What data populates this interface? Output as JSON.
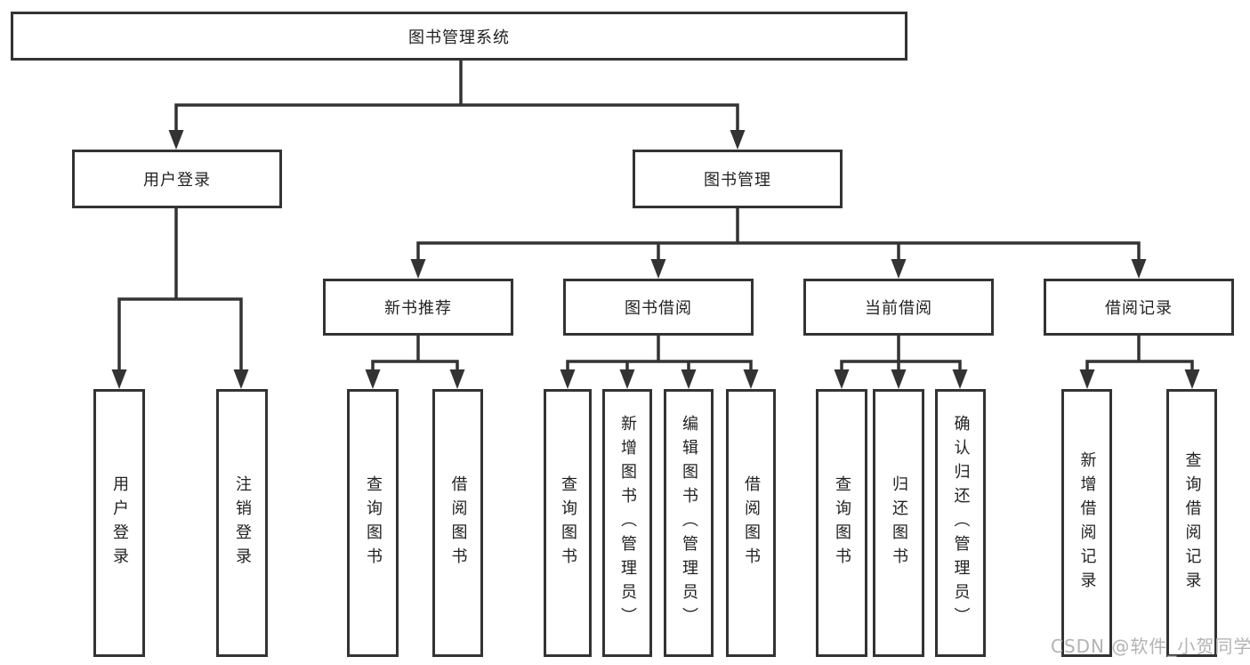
{
  "diagram": {
    "root": "图书管理系统",
    "level2": [
      {
        "label": "用户登录",
        "children": [
          "用户登录",
          "注销登录"
        ]
      },
      {
        "label": "图书管理"
      }
    ],
    "level3": [
      {
        "label": "新书推荐",
        "children": [
          "查询图书",
          "借阅图书"
        ]
      },
      {
        "label": "图书借阅",
        "children": [
          "查询图书",
          "新增图书（管理员）",
          "编辑图书（管理员）",
          "借阅图书"
        ]
      },
      {
        "label": "当前借阅",
        "children": [
          "查询图书",
          "归还图书",
          "确认归还（管理员）"
        ]
      },
      {
        "label": "借阅记录",
        "children": [
          "新增借阅记录",
          "查询借阅记录"
        ]
      }
    ],
    "colors": {
      "line": "#333333",
      "box_border": "#333333",
      "text": "#222222",
      "watermark": "#b3b3b3"
    }
  },
  "watermark": "CSDN @软件_小贺同学"
}
